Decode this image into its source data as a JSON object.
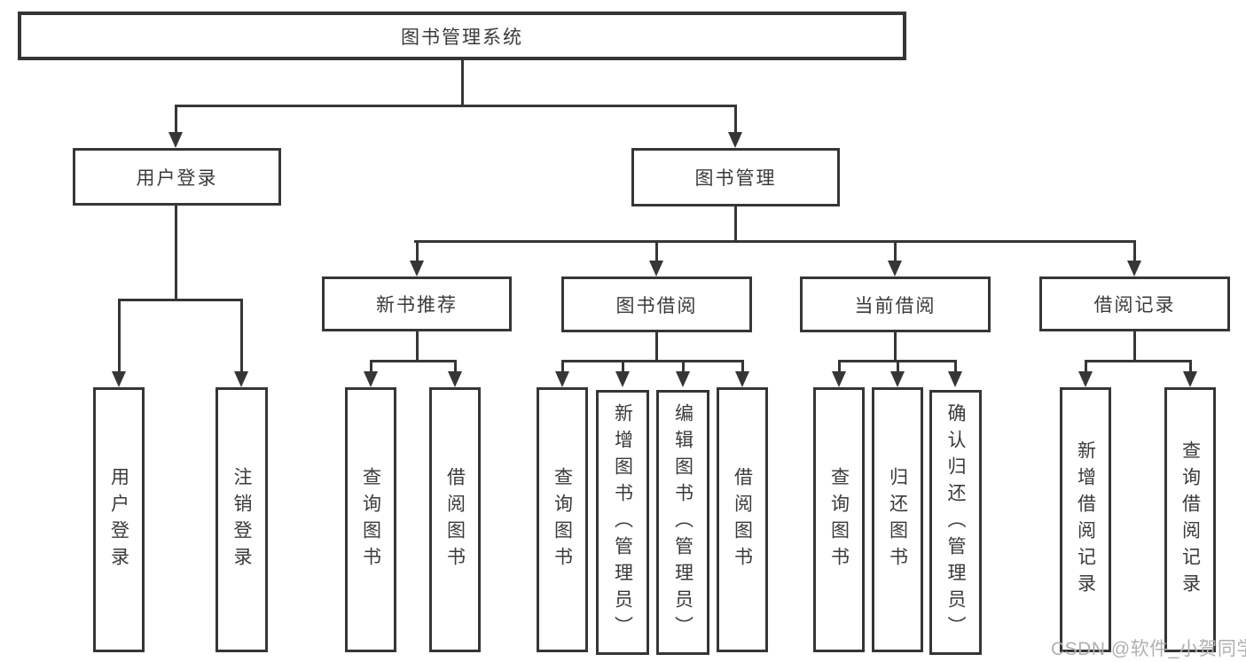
{
  "tree": {
    "root": {
      "label": "图书管理系统"
    },
    "user_login": {
      "label": "用户登录",
      "children": [
        {
          "label": "用户登录"
        },
        {
          "label": "注销登录"
        }
      ]
    },
    "book_mgmt": {
      "label": "图书管理",
      "sections": [
        {
          "label": "新书推荐",
          "children": [
            {
              "label": "查询图书"
            },
            {
              "label": "借阅图书"
            }
          ]
        },
        {
          "label": "图书借阅",
          "children": [
            {
              "label": "查询图书"
            },
            {
              "label": "新增图书（管理员）"
            },
            {
              "label": "编辑图书（管理员）"
            },
            {
              "label": "借阅图书"
            }
          ]
        },
        {
          "label": "当前借阅",
          "children": [
            {
              "label": "查询图书"
            },
            {
              "label": "归还图书"
            },
            {
              "label": "确认归还（管理员）"
            }
          ]
        },
        {
          "label": "借阅记录",
          "children": [
            {
              "label": "新增借阅记录"
            },
            {
              "label": "查询借阅记录"
            }
          ]
        }
      ]
    }
  },
  "watermark": {
    "text": "CSDN @软件_小贺同学"
  },
  "colors": {
    "line": "#363636",
    "text": "#3a3a3a",
    "watermark": "#b0b0b0",
    "background": "#ffffff"
  }
}
